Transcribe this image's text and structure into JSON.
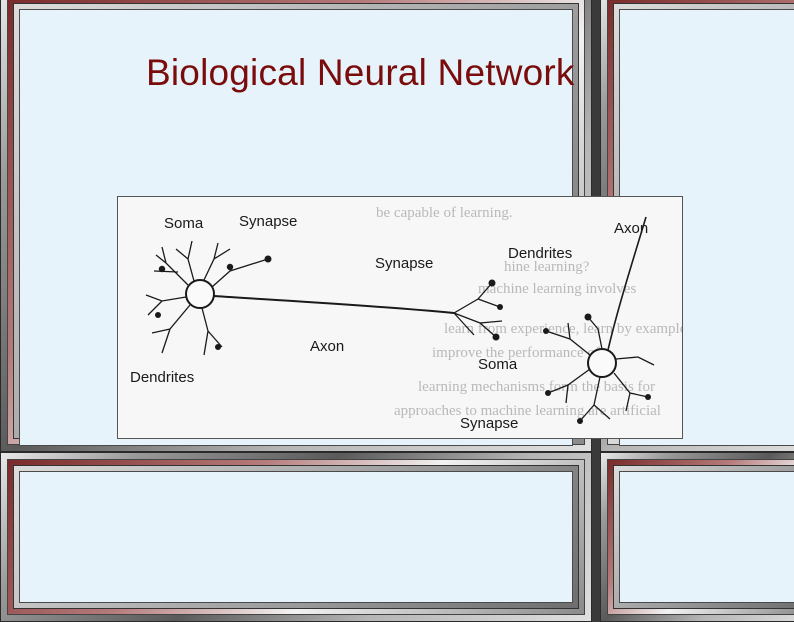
{
  "slide": {
    "title": "Biological Neural Network"
  },
  "diagram": {
    "labels": {
      "soma_left": "Soma",
      "synapse_top_left": "Synapse",
      "synapse_middle": "Synapse",
      "axon_right": "Axon",
      "dendrites_right": "Dendrites",
      "axon_center": "Axon",
      "soma_right": "Soma",
      "dendrites_left": "Dendrites",
      "synapse_bottom": "Synapse"
    },
    "background_text": [
      "be capable of learning.",
      "hine learning?",
      "machine learning involves",
      "learn from experience, learn by example",
      "improve the performance of",
      "learning mechanisms form the basis for",
      "approaches to machine learning are artificial"
    ]
  }
}
